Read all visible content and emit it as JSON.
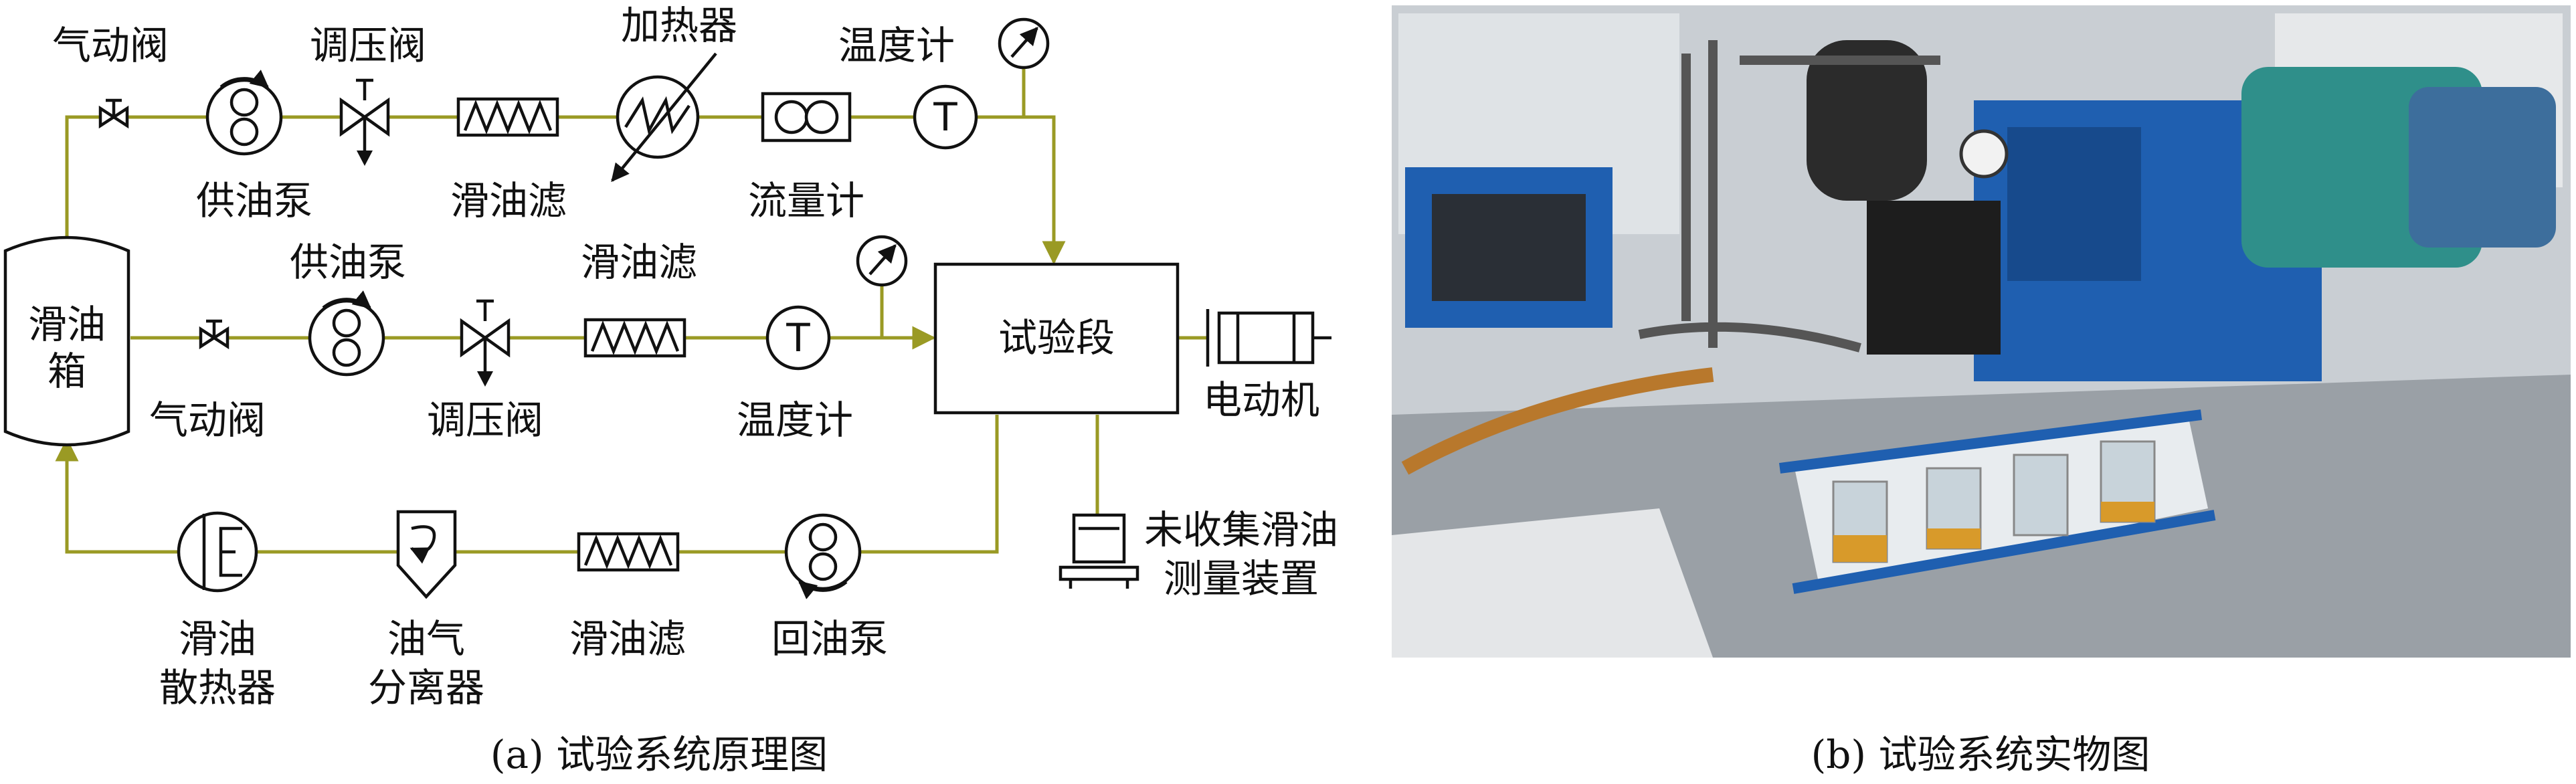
{
  "schematic": {
    "caption": "(a) 试验系统原理图",
    "top_row": {
      "valve": "气动阀",
      "pump": "供油泵",
      "regulator": "调压阀",
      "filter": "滑油滤",
      "heater": "加热器",
      "flowmeter": "流量计",
      "thermometer": "温度计"
    },
    "middle_row": {
      "tank_line1": "滑油",
      "tank_line2": "箱",
      "valve": "气动阀",
      "pump": "供油泵",
      "regulator": "调压阀",
      "filter": "滑油滤",
      "thermometer": "温度计",
      "test_section": "试验段",
      "motor": "电动机"
    },
    "bottom_row": {
      "cooler_line1": "滑油",
      "cooler_line2": "散热器",
      "separator_line1": "油气",
      "separator_line2": "分离器",
      "filter": "滑油滤",
      "return_pump": "回油泵",
      "uncollected_line1": "未收集滑油",
      "uncollected_line2": "测量装置"
    },
    "thermometer_symbol": "T"
  },
  "photo": {
    "caption": "(b) 试验系统实物图"
  },
  "colors": {
    "pipe": "#9a9a24",
    "symbol_stroke": "#111111",
    "photo_blue": "#1f5fb0"
  }
}
